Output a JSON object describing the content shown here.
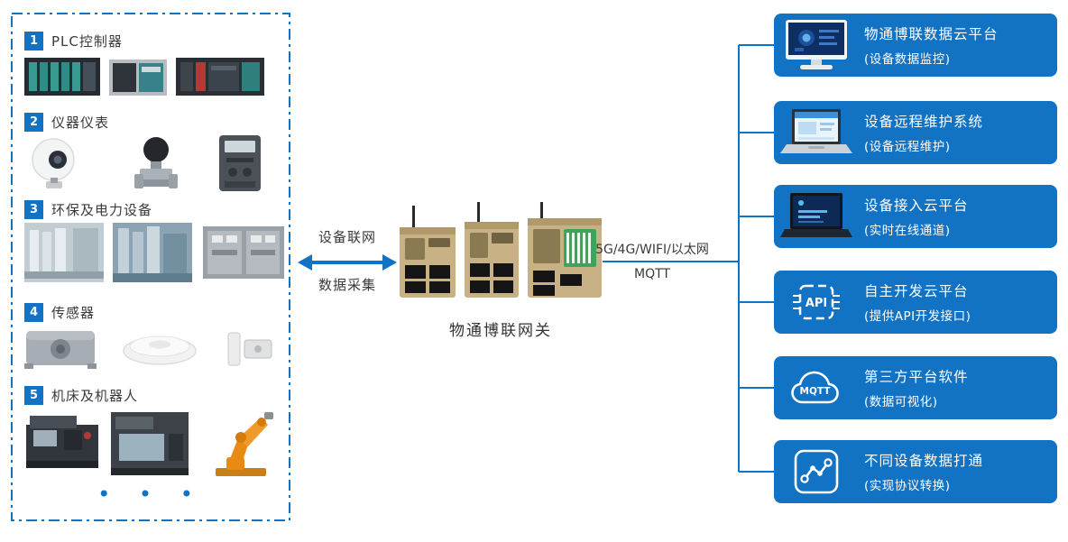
{
  "colors": {
    "primary_blue": "#1272C3",
    "text_dark": "#3A3A3A",
    "box_text": "#FFFFFF",
    "gateway_tan": "#C8B184",
    "robot_orange": "#E98A15"
  },
  "left_panel": {
    "items": [
      {
        "num": "1",
        "label": "PLC控制器",
        "image": "plc-devices-image"
      },
      {
        "num": "2",
        "label": "仪器仪表",
        "image": "instruments-image"
      },
      {
        "num": "3",
        "label": "环保及电力设备",
        "image": "environment-power-equipment-image"
      },
      {
        "num": "4",
        "label": "传感器",
        "image": "sensors-image"
      },
      {
        "num": "5",
        "label": "机床及机器人",
        "image": "machine-robot-image"
      }
    ],
    "more_indicator": "• • •"
  },
  "middle": {
    "arrow_top_label": "设备联网",
    "arrow_bottom_label": "数据采集",
    "gateway_label": "物通博联网关",
    "network_label": "5G/4G/WIFI/以太网",
    "protocol_label": "MQTT"
  },
  "right_panel": {
    "boxes": [
      {
        "title": "物通博联数据云平台",
        "subtitle": "(设备数据监控)",
        "icon": "monitor-dashboard-icon"
      },
      {
        "title": "设备远程维护系统",
        "subtitle": "(设备远程维护)",
        "icon": "laptop-web-icon"
      },
      {
        "title": "设备接入云平台",
        "subtitle": "(实时在线通道)",
        "icon": "laptop-cloud-icon"
      },
      {
        "title": "自主开发云平台",
        "subtitle": "(提供API开发接口)",
        "icon": "api-chip-icon",
        "icon_text": "API"
      },
      {
        "title": "第三方平台软件",
        "subtitle": "(数据可视化)",
        "icon": "mqtt-cloud-icon",
        "icon_text": "MQTT"
      },
      {
        "title": "不同设备数据打通",
        "subtitle": "(实现协议转换)",
        "icon": "data-link-chart-icon"
      }
    ]
  }
}
